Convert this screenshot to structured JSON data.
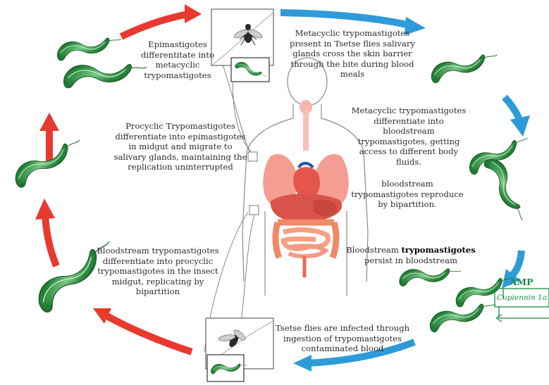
{
  "labels": {
    "epimastigotes": "Epimastigotes differentitate into metacyclic trypomastigotes",
    "procyclic": "Procyclic Trypomastigotes differentiate into epimastigotes in midgut and migrate to salivary glands, maintaining the replication uninterrupted",
    "bloodstream_differentiate": "Bloodstream trypomastigotes differentiate into procyclic trypomastigotes in the insect midgut, replicating by bipartition",
    "metacyclic_present": "Metacyclic trypomastigotes present in Tsetse flies salivary glands cross the skin barrier through the bite during blood meals",
    "metacyclic_differentiate": "Metacyclic trypomastigotes differentiate into bloodstream trypomastigotes, getting access to different body fluids.",
    "bloodstream_reproduce": "bloodstream trypomastigotes reproduce by bipartition.",
    "persist_prefix": "Bloodstream",
    "persist_bold": "trypomastigotes",
    "persist_suffix": "persist in bloodstream",
    "tsetse_infected": "Tsetse flies are infected through ingestion of trypomastigotes contaminated blood"
  },
  "amp": {
    "title": "AMP",
    "name": "Cupiennin 1a"
  },
  "colors": {
    "red_arrow": "#e8392f",
    "blue_arrow": "#2e9bd8",
    "parasite": "#2f9a42",
    "organ_pink": "#f3a19a",
    "amp_green": "#178a45"
  },
  "icons": {
    "fly": "tsetse-fly-icon",
    "parasite": "trypanosome-icon",
    "body": "human-body-icon"
  }
}
